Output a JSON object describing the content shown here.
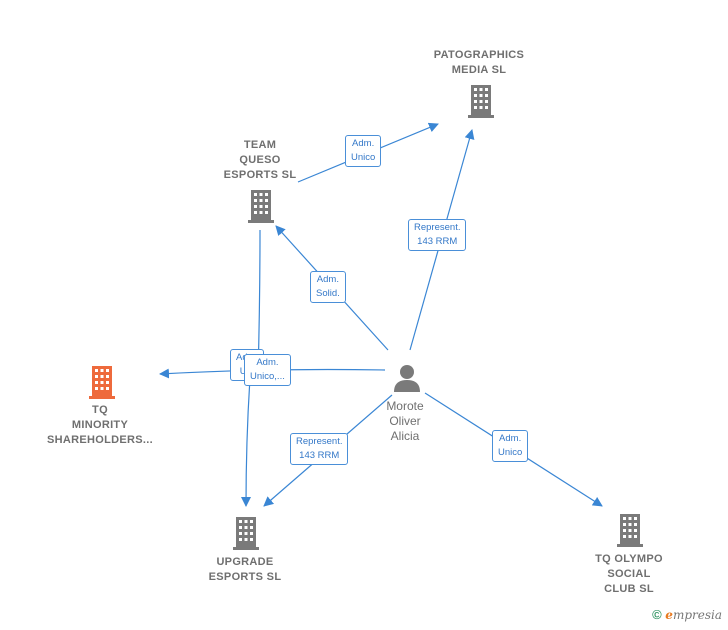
{
  "colors": {
    "edge": "#3a86d4",
    "building": "#7a7a7a",
    "focus_building": "#ee6a3c",
    "person": "#7a7a7a"
  },
  "nodes": {
    "patographics": {
      "lines": [
        "PATOGRAPHICS",
        "MEDIA  SL"
      ]
    },
    "team_queso": {
      "lines": [
        "TEAM",
        "QUESO",
        "ESPORTS  SL"
      ]
    },
    "tq_minority": {
      "lines": [
        "TQ",
        "MINORITY",
        "SHAREHOLDERS..."
      ]
    },
    "upgrade": {
      "lines": [
        "UPGRADE",
        "ESPORTS  SL"
      ]
    },
    "tq_olympo": {
      "lines": [
        "TQ OLYMPO",
        "SOCIAL",
        "CLUB  SL"
      ]
    },
    "person": {
      "lines": [
        "Morote",
        "Oliver",
        "Alicia"
      ]
    }
  },
  "edges": {
    "adm_unico_patographics": {
      "lines": [
        "Adm.",
        "Unico"
      ]
    },
    "represent_patographics": {
      "lines": [
        "Represent.",
        "143 RRM"
      ]
    },
    "adm_solid_team": {
      "lines": [
        "Adm.",
        "Solid."
      ]
    },
    "adm_back": {
      "lines": [
        "Adm.",
        "U..."
      ]
    },
    "adm_unico_minority": {
      "lines": [
        "Adm.",
        "Unico,..."
      ]
    },
    "represent_upgrade": {
      "lines": [
        "Represent.",
        "143 RRM"
      ]
    },
    "adm_unico_olympo": {
      "lines": [
        "Adm.",
        "Unico"
      ]
    }
  },
  "footer": {
    "copyright": "©",
    "brand_first": "e",
    "brand_rest": "mpresia"
  }
}
